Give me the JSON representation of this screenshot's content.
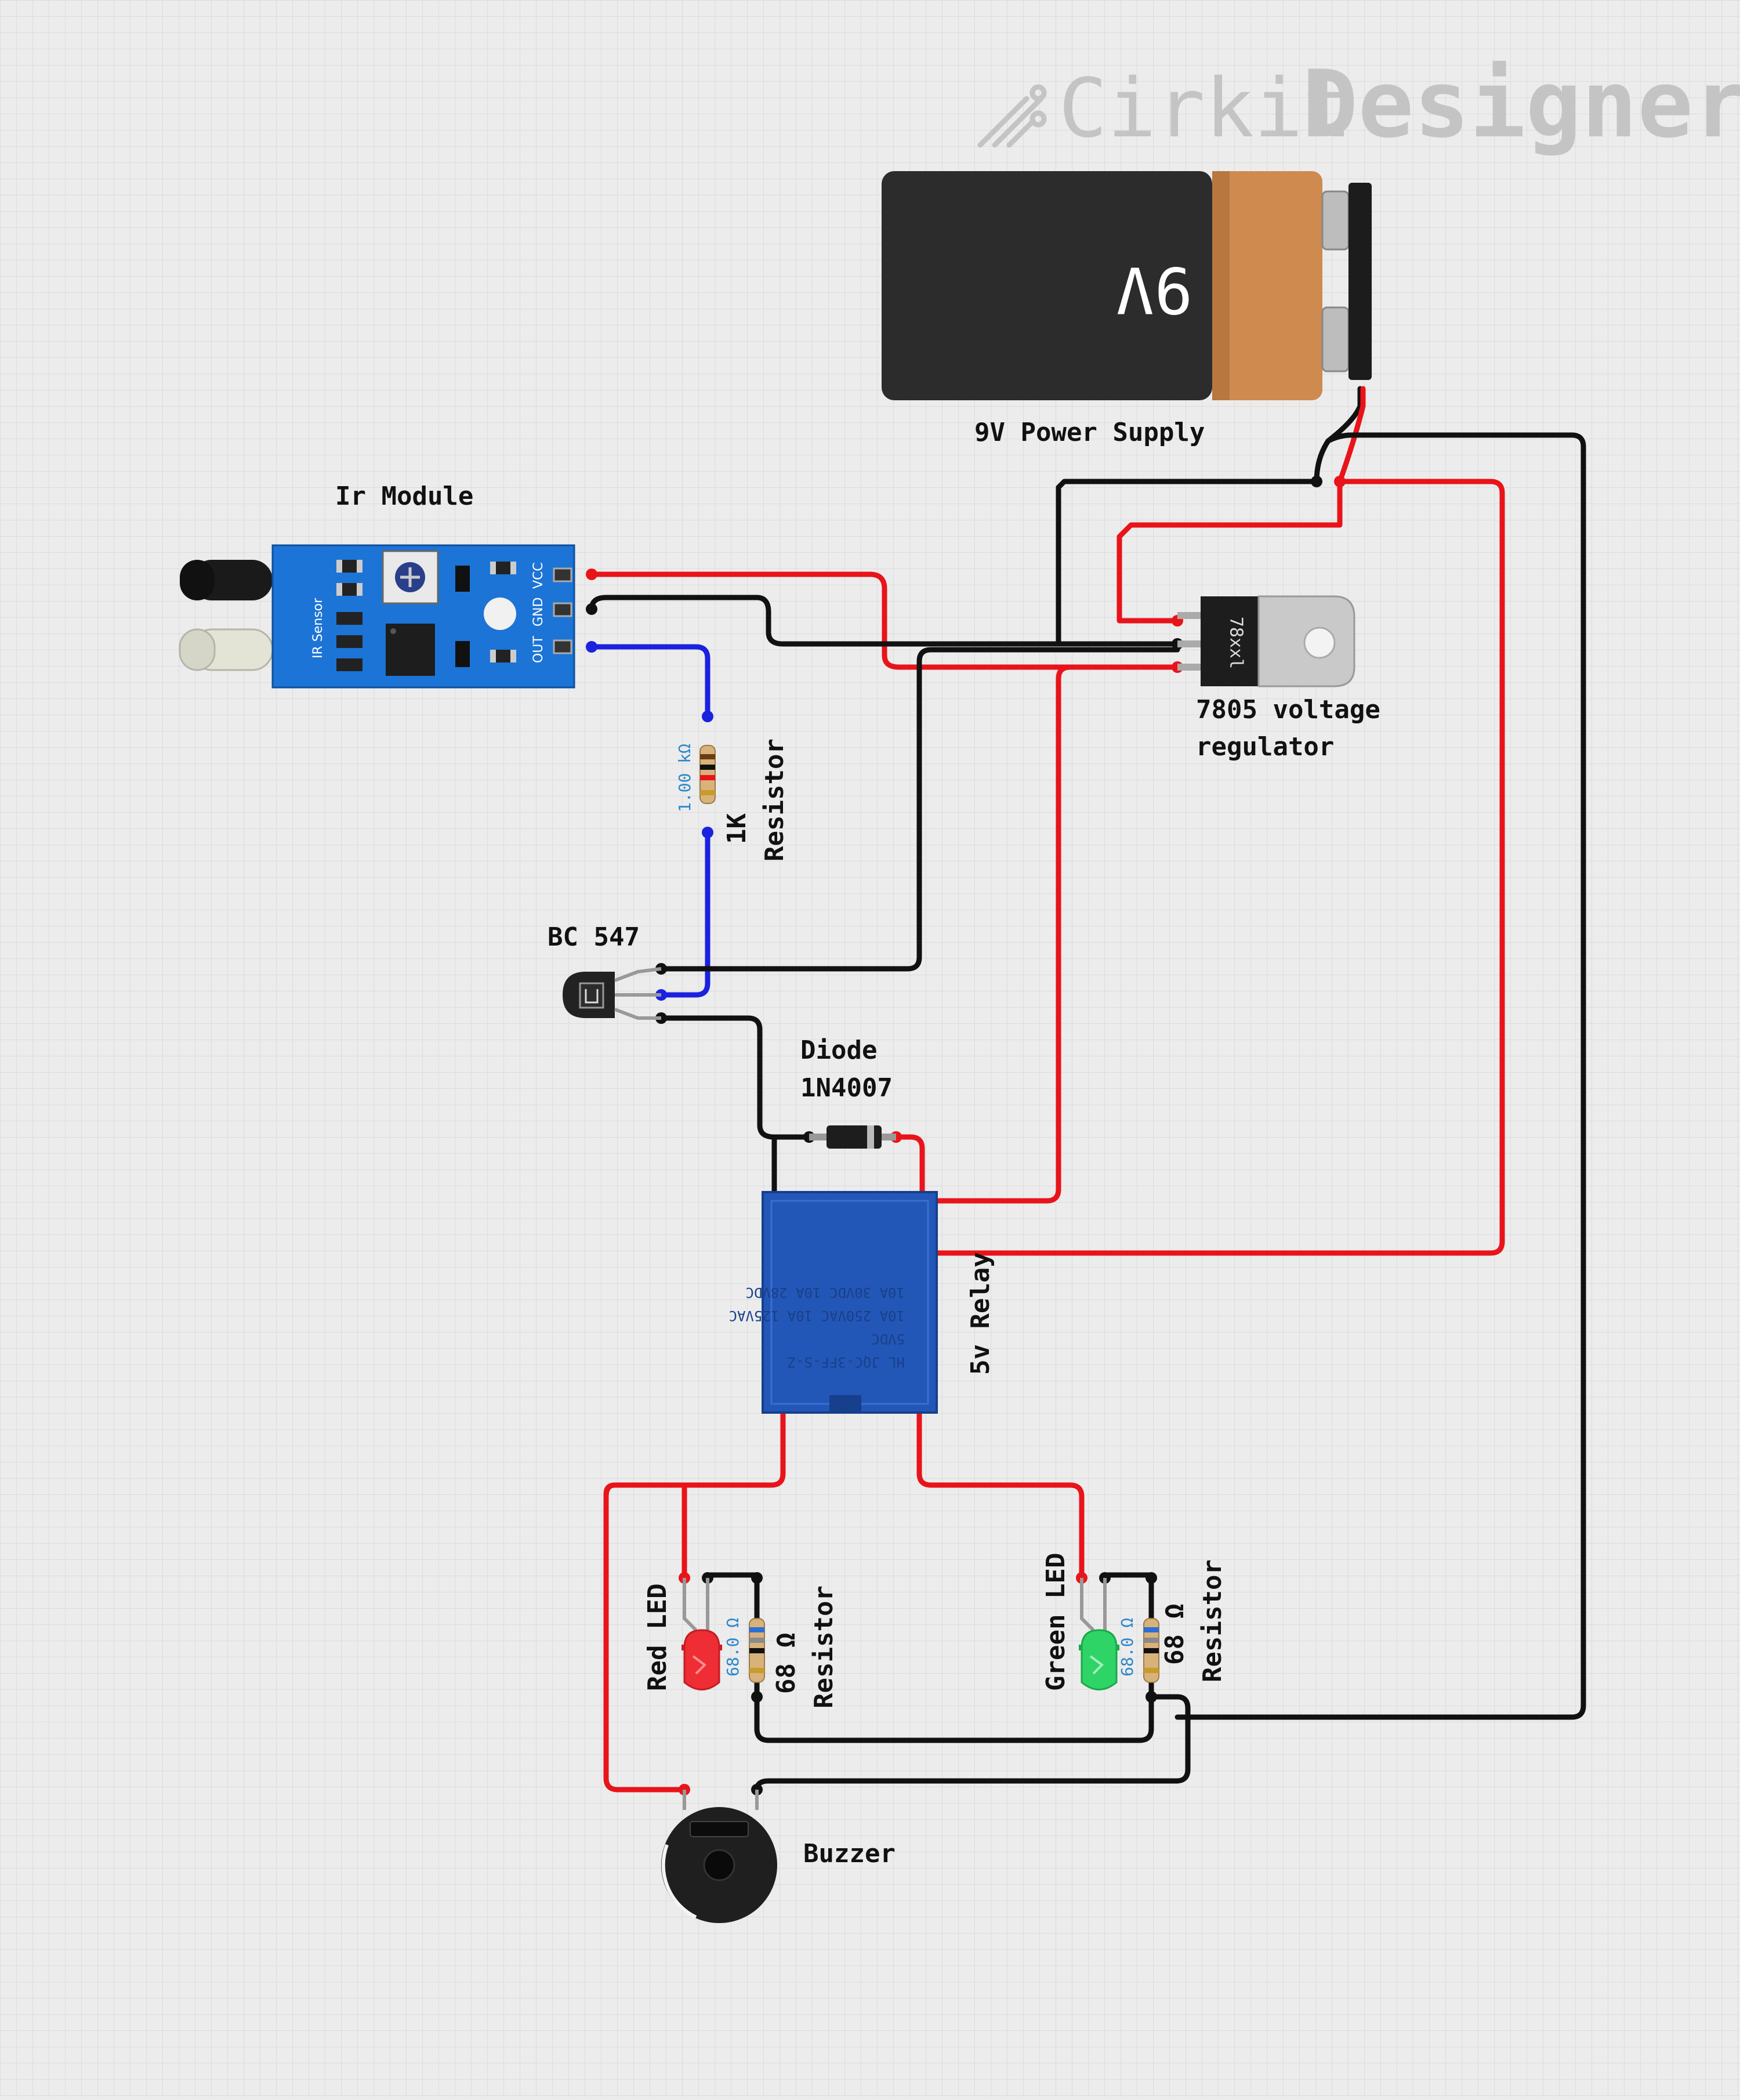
{
  "brand": {
    "part1": "Cirkit",
    "part2": "Designer"
  },
  "components": {
    "battery": {
      "label": "9V Power Supply",
      "face_text": "9V"
    },
    "ir_module": {
      "label": "Ir Module",
      "board_text": "IR Sensor",
      "pins": [
        "VCC",
        "GND",
        "OUT"
      ]
    },
    "regulator": {
      "label_line1": "7805 voltage",
      "label_line2": "regulator",
      "chip_text": "78xxl"
    },
    "resistor_1k": {
      "value": "1.00 kΩ",
      "label_line1": "1K",
      "label_line2": "Resistor"
    },
    "transistor": {
      "label": "BC 547"
    },
    "diode": {
      "label_line1": "Diode",
      "label_line2": "1N4007"
    },
    "relay": {
      "label": "5v Relay"
    },
    "red_led": {
      "label": "Red LED"
    },
    "red_resistor": {
      "value": "68.0 Ω",
      "label_line1": "68 Ω",
      "label_line2": "Resistor"
    },
    "green_led": {
      "label": "Green LED"
    },
    "green_resistor": {
      "value": "68.0 Ω",
      "label_line1": "68 Ω",
      "label_line2": "Resistor"
    },
    "buzzer": {
      "label": "Buzzer"
    }
  },
  "colors": {
    "background": "#ececec",
    "grid": "#d6d6d6",
    "wire_red": "#e8141a",
    "wire_black": "#111111",
    "wire_blue": "#1a22e0",
    "ir_board": "#1c74d6",
    "relay": "#2257b8",
    "battery_body": "#2c2c2c",
    "battery_cap": "#cf8a4f"
  }
}
